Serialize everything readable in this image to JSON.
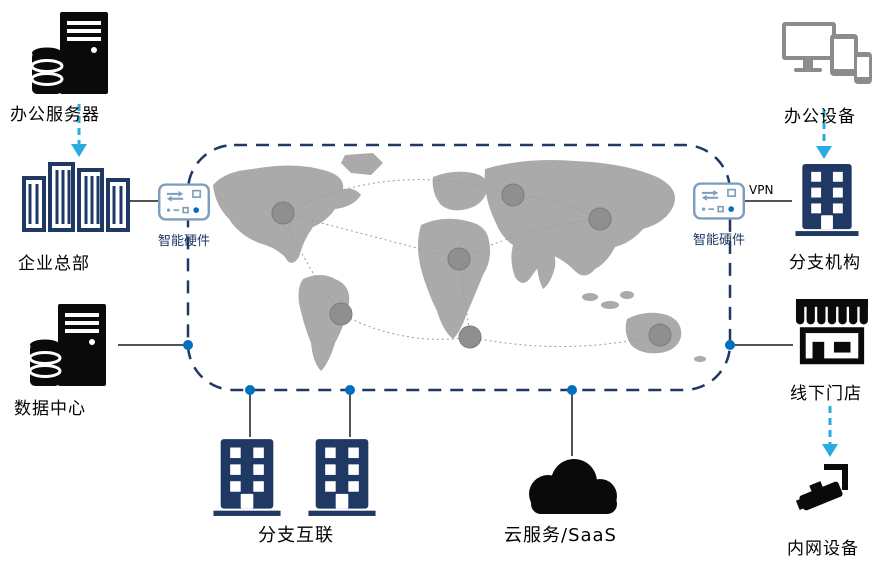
{
  "diagram": {
    "type": "network-topology",
    "labels": {
      "office_server": "办公服务器",
      "hq": "企业总部",
      "smart_hw_left": "智能硬件",
      "data_center": "数据中心",
      "branch_interconnect": "分支互联",
      "cloud_saas": "云服务/SaaS",
      "office_devices": "办公设备",
      "branch_org": "分支机构",
      "smart_hw_right": "智能硬件",
      "vpn": "VPN",
      "offline_store": "线下门店",
      "intranet_device": "内网设备"
    },
    "icons": {
      "office_server": "server-with-database-icon",
      "hq": "city-buildings-icon",
      "smart_hw": "gateway-appliance-icon",
      "data_center": "server-with-database-icon",
      "office_devices": "monitor-tablet-phone-icon",
      "branch_org": "office-building-icon",
      "branch_interconnect": "office-building-icon",
      "cloud_saas": "cloud-icon",
      "offline_store": "storefront-icon",
      "intranet_device": "cctv-camera-icon",
      "center": "world-map"
    },
    "colors": {
      "icon_black": "#0a0a0a",
      "navy": "#1f3864",
      "gateway_blue": "#7d9dbd",
      "junction_dot_blue": "#0070c0",
      "sync_arrow_cyan": "#29abe2",
      "map_gray": "#aaaaaa",
      "map_node_gray": "#8f8f8f",
      "device_gray": "#8c8c8c"
    }
  }
}
